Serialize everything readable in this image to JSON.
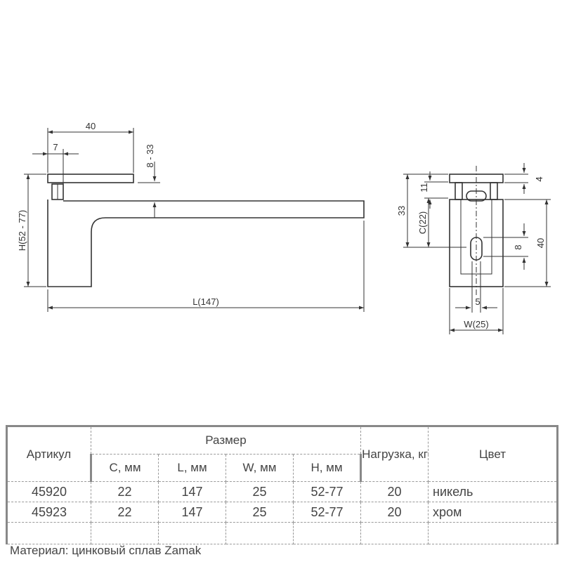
{
  "drawing": {
    "side_view": {
      "dim_top_width": "40",
      "dim_inner_offset": "7",
      "dim_gap_range": "8 - 33",
      "dim_height": "H(52 - 77)",
      "dim_length": "L(147)"
    },
    "end_view": {
      "dim_total_height": "33",
      "dim_clamp_height": "C(22)",
      "dim_top_slot": "11",
      "dim_top_plate": "4",
      "dim_body_height": "40",
      "dim_slot": "8",
      "dim_width": "W(25)",
      "dim_hole": "5"
    }
  },
  "table": {
    "article_header": "Артикул",
    "size_header": "Размер",
    "load_header": "Нагрузка, кг",
    "color_header": "Цвет",
    "sub_headers": [
      "C, мм",
      "L, мм",
      "W, мм",
      "H, мм"
    ],
    "rows": [
      {
        "article": "45920",
        "c": "22",
        "l": "147",
        "w": "25",
        "h": "52-77",
        "load": "20",
        "color": "никель"
      },
      {
        "article": "45923",
        "c": "22",
        "l": "147",
        "w": "25",
        "h": "52-77",
        "load": "20",
        "color": "хром"
      }
    ]
  },
  "material_note": "Материал: цинковый сплав Zamak"
}
